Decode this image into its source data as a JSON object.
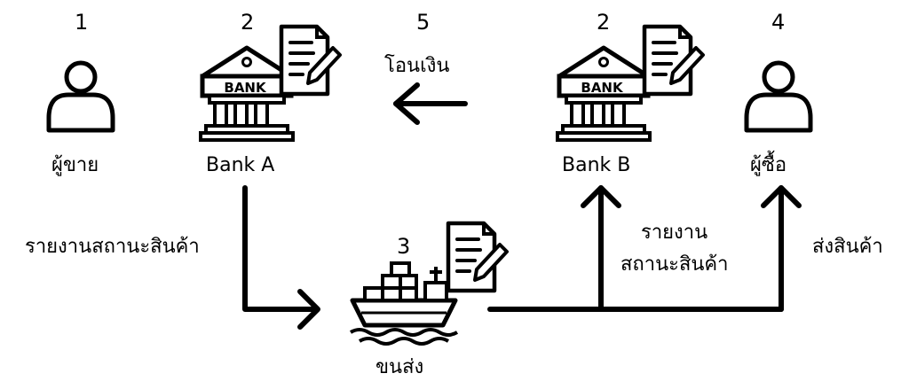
{
  "numbers": {
    "seller": "1",
    "bank_a": "2",
    "shipping": "3",
    "buyer": "4",
    "payment": "5",
    "bank_b": "2"
  },
  "labels": {
    "seller": "ผู้ขาย",
    "bank_a": "Bank A",
    "bank_b": "Bank B",
    "buyer": "ผู้ซื้อ",
    "transfer": "โอนเงิน",
    "status_report_left": "รายงานสถานะสินค้า",
    "status_report_right_line1": "รายงาน",
    "status_report_right_line2": "สถานะสินค้า",
    "deliver_goods": "ส่งสินค้า",
    "shipping": "ขนส่ง"
  },
  "bank_sign": "BANK",
  "icons": {
    "person": "person-icon",
    "bank": "bank-icon",
    "document": "document-pen-icon",
    "ship": "cargo-ship-icon",
    "arrow": "arrow-icon"
  },
  "colors": {
    "stroke": "#000000",
    "background": "#ffffff"
  }
}
